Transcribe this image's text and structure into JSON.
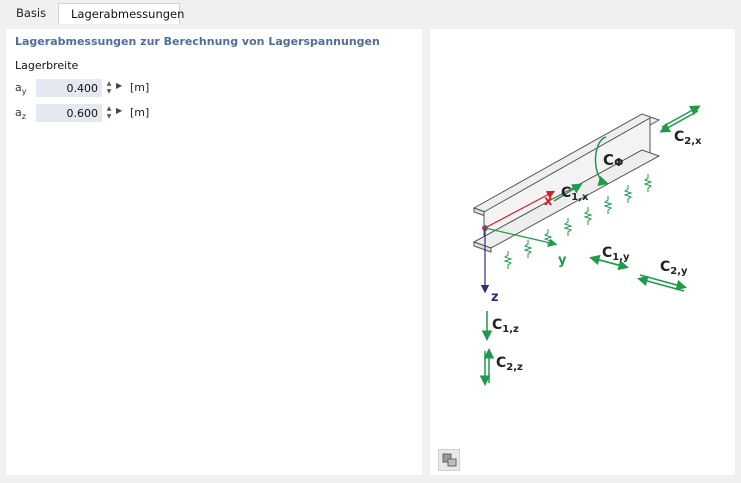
{
  "tabs": [
    {
      "label": "Basis",
      "active": false
    },
    {
      "label": "Lagerabmessungen",
      "active": true
    }
  ],
  "left_panel": {
    "section_title": "Lagerabmessungen zur Berechnung von Lagerspannungen",
    "group_label": "Lagerbreite",
    "fields": [
      {
        "symbol": "a",
        "subscript": "y",
        "value": "0.400",
        "unit": "[m]"
      },
      {
        "symbol": "a",
        "subscript": "z",
        "value": "0.600",
        "unit": "[m]"
      }
    ]
  },
  "diagram": {
    "axis_x": "x",
    "axis_y": "y",
    "axis_z": "z",
    "springs": {
      "c2x": {
        "main": "C",
        "sub": "2,x"
      },
      "cphi": {
        "main": "C",
        "sub": "Φ"
      },
      "c1x": {
        "main": "C",
        "sub": "1,x"
      },
      "c1y": {
        "main": "C",
        "sub": "1,y"
      },
      "c2y": {
        "main": "C",
        "sub": "2,y"
      },
      "c1z": {
        "main": "C",
        "sub": "1,z"
      },
      "c2z": {
        "main": "C",
        "sub": "2,z"
      }
    },
    "colors": {
      "green": "#1e9a4a",
      "red": "#d62020",
      "blue": "#2b2f7a",
      "beam": "#eeeeee"
    }
  }
}
